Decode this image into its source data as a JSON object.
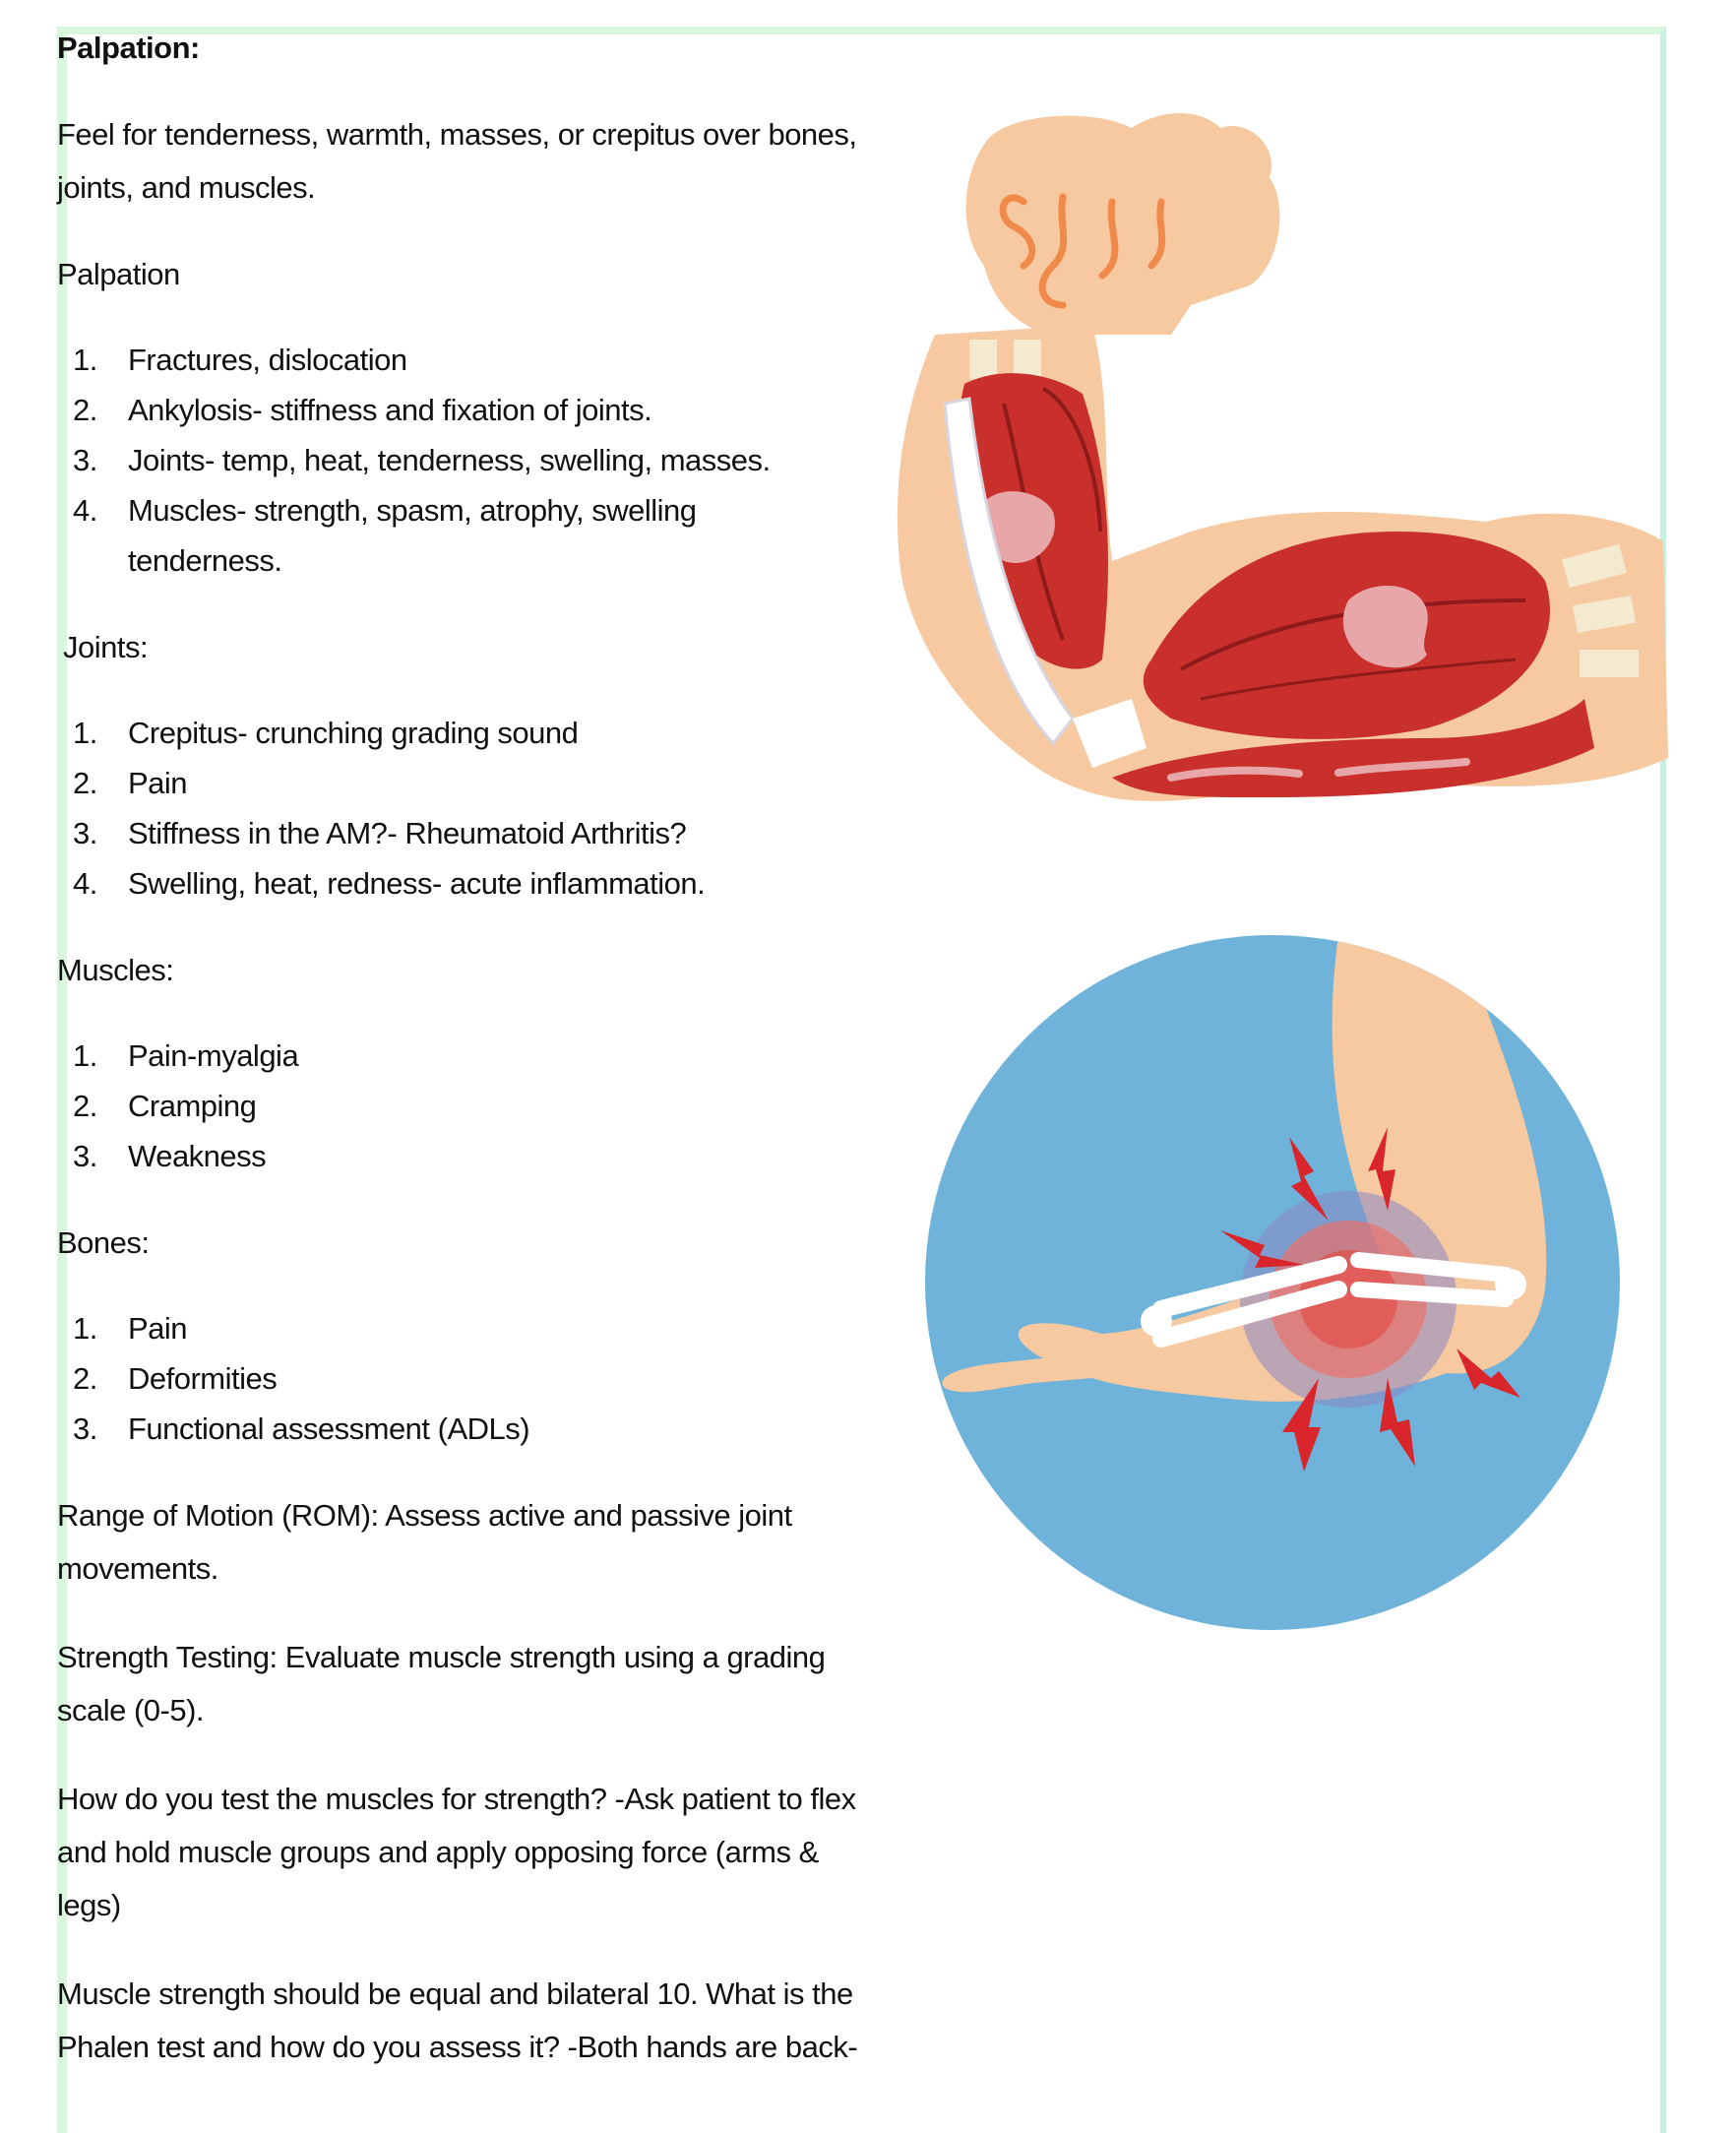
{
  "palpation_heading": "Palpation:",
  "palpation_intro": "Feel for tenderness, warmth, masses, or crepitus over bones, joints, and muscles.",
  "palpation_sub_heading": "Palpation",
  "palpation_items": [
    "Fractures, dislocation",
    "Ankylosis- stiffness and fixation of joints.",
    "Joints- temp, heat, tenderness, swelling, masses.",
    "Muscles- strength, spasm, atrophy, swelling tenderness."
  ],
  "joints_heading": "Joints:",
  "joints_items": [
    "Crepitus- crunching grading sound",
    "Pain",
    "Stiffness in the AM?- Rheumatoid Arthritis?",
    "Swelling, heat, redness- acute inflammation."
  ],
  "muscles_heading": "Muscles:",
  "muscles_items": [
    "Pain-myalgia",
    "Cramping",
    "Weakness"
  ],
  "bones_heading": "Bones:",
  "bones_items": [
    "Pain",
    "Deformities",
    "Functional assessment (ADLs)"
  ],
  "rom_text": "Range of Motion (ROM): Assess active and passive joint movements.",
  "strength_text": "Strength Testing: Evaluate muscle strength using a grading scale (0-5).",
  "strength_test_text": "How do you test the muscles for strength? -Ask patient to flex and hold muscle groups and apply opposing force (arms & legs)",
  "phalen_text": "Muscle strength should be equal and bilateral 10. What is the Phalen test and how do you assess it? -Both hands are back-",
  "numbers": [
    "1.",
    "2.",
    "3.",
    "4."
  ],
  "colors": {
    "frame": "#d8f7dc",
    "muscle": "#c9302c",
    "skin": "#f6c9a0",
    "circle": "#6fb3da",
    "lightning": "#d9262c"
  }
}
